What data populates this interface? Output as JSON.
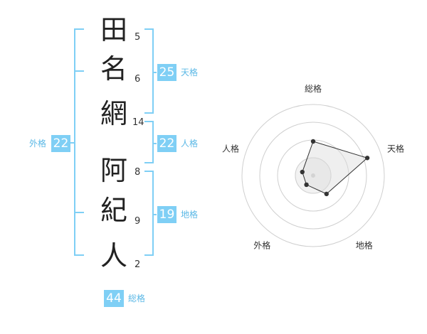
{
  "characters": [
    {
      "char": "田",
      "strokes": "5"
    },
    {
      "char": "名",
      "strokes": "6"
    },
    {
      "char": "網",
      "strokes": "14"
    },
    {
      "char": "阿",
      "strokes": "8"
    },
    {
      "char": "紀",
      "strokes": "9"
    },
    {
      "char": "人",
      "strokes": "2"
    }
  ],
  "fortunes": {
    "tenkaku": {
      "value": "25",
      "label": "天格"
    },
    "jinkaku": {
      "value": "22",
      "label": "人格"
    },
    "chikaku": {
      "value": "19",
      "label": "地格"
    },
    "gaikaku": {
      "value": "22",
      "label": "外格"
    },
    "soukaku": {
      "value": "44",
      "label": "総格"
    }
  },
  "chart_data": {
    "type": "radar",
    "axes": [
      "総格",
      "天格",
      "地格",
      "外格",
      "人格"
    ],
    "values": [
      3,
      5,
      2,
      1,
      1
    ],
    "max": 5,
    "rings": 4
  }
}
